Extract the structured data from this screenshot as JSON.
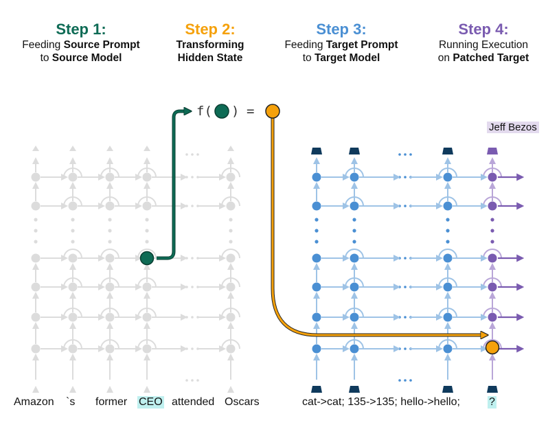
{
  "steps": [
    {
      "title": "Step 1:",
      "line1_pre": "Feeding ",
      "line1_bold": "Source Prompt",
      "line2_pre": "to ",
      "line2_bold": "Source Model",
      "color": "#0e6b55"
    },
    {
      "title": "Step 2:",
      "line1_pre": "",
      "line1_bold": "Transforming",
      "line2_pre": "",
      "line2_bold": "Hidden State",
      "color": "#f5a10b"
    },
    {
      "title": "Step 3:",
      "line1_pre": "Feeding ",
      "line1_bold": "Target Prompt",
      "line2_pre": "to ",
      "line2_bold": "Target Model",
      "color": "#4a8fd3"
    },
    {
      "title": "Step 4:",
      "line1_pre": "Running Execution",
      "line1_bold": "",
      "line2_pre": "on ",
      "line2_bold": "Patched Target",
      "color": "#7a5bb0"
    }
  ],
  "transform": {
    "fn_open": "f(",
    "fn_close": ")",
    "equals": "="
  },
  "output_label": "Jeff Bezos",
  "source_tokens": [
    "Amazon",
    "`s",
    "former",
    "CEO",
    "attended",
    "Oscars"
  ],
  "target_tokens": [
    "cat->cat; 135->135; hello->hello;",
    "?"
  ],
  "colors": {
    "source_grid": "#dcdcdc",
    "target_grid": "#9ec3e6",
    "target_node": "#4a8fd3",
    "token_dark": "#0f3a5c",
    "patched": "#7a5bb0",
    "patched_light": "#b9a6d8",
    "source_highlight": "#bff0ef",
    "target_highlight": "#bff0ef",
    "output_highlight": "#e3daee"
  }
}
